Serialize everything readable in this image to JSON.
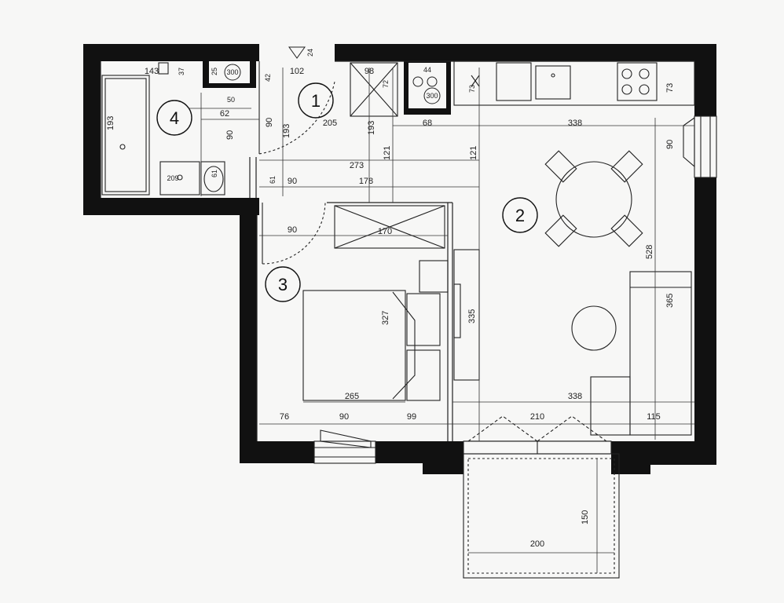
{
  "rooms": [
    "1",
    "2",
    "3",
    "4"
  ],
  "dimensions": {
    "d143": "143",
    "d37": "37",
    "d24": "24",
    "d102": "102",
    "d98": "98",
    "d72a": "72",
    "d44": "44",
    "d300a": "300",
    "d300b": "300",
    "d25": "25",
    "d42": "42",
    "d50": "50",
    "d62": "62",
    "d90a": "90",
    "d90b": "90",
    "d193a": "193",
    "d193b": "193",
    "d193c": "193",
    "d205": "205",
    "d68": "68",
    "d73a": "73",
    "d73b": "73",
    "d338a": "338",
    "d90c": "90",
    "d121a": "121",
    "d121b": "121",
    "d273": "273",
    "d178": "178",
    "d61a": "61",
    "d61b": "61",
    "d90d": "90",
    "d209": "209",
    "d90e": "90",
    "d170": "170",
    "d528": "528",
    "d365": "365",
    "d327": "327",
    "d335": "335",
    "d265": "265",
    "d338b": "338",
    "d76": "76",
    "d90f": "90",
    "d99": "99",
    "d210": "210",
    "d115": "115",
    "d150": "150",
    "d200": "200"
  },
  "colors": {
    "wall": "#111111",
    "line": "#222222",
    "paper": "#f7f7f6"
  }
}
